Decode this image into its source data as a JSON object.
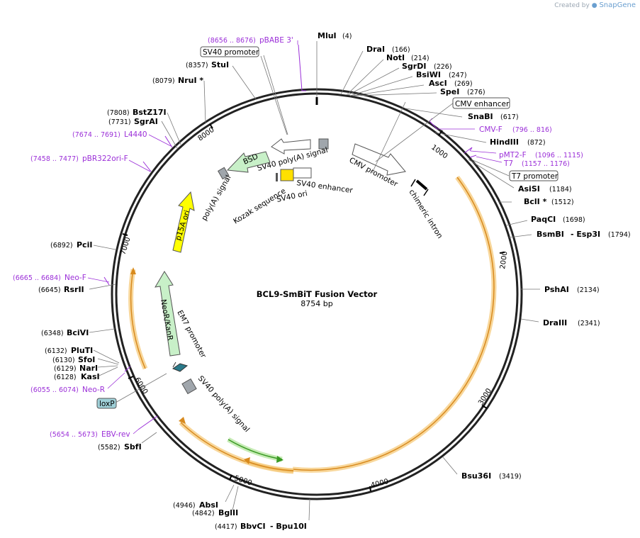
{
  "credit": {
    "prefix": "Created by",
    "brand": "SnapGene"
  },
  "plasmid": {
    "name": "BCL9-SmBiT Fusion Vector",
    "size": "8754 bp"
  },
  "ticks": [
    "1000",
    "2000",
    "3000",
    "4000",
    "5000",
    "6000",
    "7000",
    "8000"
  ],
  "enzymes": [
    {
      "name": "MluI",
      "pos": "(4)"
    },
    {
      "name": "DraI",
      "pos": "(166)"
    },
    {
      "name": "NotI",
      "pos": "(214)"
    },
    {
      "name": "SgrDI",
      "pos": "(226)"
    },
    {
      "name": "BsiWI",
      "pos": "(247)"
    },
    {
      "name": "AscI",
      "pos": "(269)"
    },
    {
      "name": "SpeI",
      "pos": "(276)"
    },
    {
      "name": "SnaBI",
      "pos": "(617)"
    },
    {
      "name": "HindIII",
      "pos": "(872)"
    },
    {
      "name": "AsiSI",
      "pos": "(1184)"
    },
    {
      "name": "BclI *",
      "pos": "(1512)"
    },
    {
      "name": "PaqCI",
      "pos": "(1698)"
    },
    {
      "name": "BsmBI",
      "name2": "- Esp3I",
      "pos": "(1794)"
    },
    {
      "name": "PshAI",
      "pos": "(2134)"
    },
    {
      "name": "DraIII",
      "pos": "(2341)"
    },
    {
      "name": "Bsu36I",
      "pos": "(3419)"
    },
    {
      "name": "BbvCI",
      "name2": "- Bpu10I",
      "pos": "(4417)"
    },
    {
      "name": "BglII",
      "pos": "(4842)"
    },
    {
      "name": "AbsI",
      "pos": "(4946)"
    },
    {
      "name": "SbfI",
      "pos": "(5582)"
    },
    {
      "name": "KasI",
      "pos": "(6128)"
    },
    {
      "name": "NarI",
      "pos": "(6129)"
    },
    {
      "name": "SfoI",
      "pos": "(6130)"
    },
    {
      "name": "PluTI",
      "pos": "(6132)"
    },
    {
      "name": "BciVI",
      "pos": "(6348)"
    },
    {
      "name": "RsrII",
      "pos": "(6645)"
    },
    {
      "name": "PciI",
      "pos": "(6892)"
    },
    {
      "name": "SgrAI",
      "pos": "(7731)"
    },
    {
      "name": "BstZ17I",
      "pos": "(7808)"
    },
    {
      "name": "NruI *",
      "pos": "(8079)"
    },
    {
      "name": "StuI",
      "pos": "(8357)"
    }
  ],
  "primers": [
    {
      "name": "pBABE 3'",
      "pos": "(8656 .. 8676)"
    },
    {
      "name": "CMV-F",
      "pos": "(796 .. 816)"
    },
    {
      "name": "pMT2-F",
      "pos": "(1096 .. 1115)"
    },
    {
      "name": "T7",
      "pos": "(1157 .. 1176)"
    },
    {
      "name": "L4440",
      "pos": "(7674 .. 7691)"
    },
    {
      "name": "pBR322ori-F",
      "pos": "(7458 .. 7477)"
    },
    {
      "name": "Neo-F",
      "pos": "(6665 .. 6684)"
    },
    {
      "name": "Neo-R",
      "pos": "(6055 .. 6074)"
    },
    {
      "name": "EBV-rev",
      "pos": "(5654 .. 5673)"
    }
  ],
  "boxed_features": {
    "sv40_promoter": "SV40 promoter",
    "cmv_enhancer": "CMV enhancer",
    "t7_promoter": "T7 promoter",
    "loxp": "loxP"
  },
  "features": {
    "sv40_polya_top": "SV40 poly(A) signal",
    "cmv_promoter": "CMV promoter",
    "chimeric_intron": "chimeric intron",
    "bsd": "BSD",
    "polya_signal": "poly(A) signal",
    "sv40_enhancer": "SV40 enhancer",
    "sv40_ori": "SV40 ori",
    "kozak": "Kozak sequence",
    "p15a_ori": "p15A ori",
    "neor_kanr": "NeoR/KanR",
    "em7_promoter": "EM7 promoter",
    "sv40_polya_bottom": "SV40 poly(A) signal"
  },
  "colors": {
    "backbone": "#222222",
    "primer": "#9b2fd8",
    "orf_highlight": "#f5c97a",
    "orf_arrow": "#d88a1e",
    "bsd_fill": "#c8f0c8",
    "p15a_fill": "#ffff00",
    "kozak_fill": "#ffe000",
    "loxp_fill": "#9fd0d8",
    "green_arrow": "#3a9a24"
  }
}
